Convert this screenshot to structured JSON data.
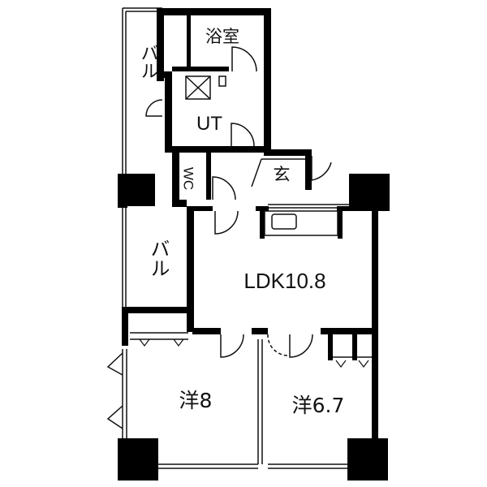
{
  "floorplan": {
    "rooms": {
      "bath": "浴室",
      "balcony_upper": "バル",
      "utility": "UT",
      "wc": "WC",
      "entrance": "玄",
      "balcony_lower": "バル",
      "ldk": "LDK10.8",
      "western_8": "洋8",
      "western_6_7": "洋6.7"
    },
    "colors": {
      "wall": "#000000",
      "line": "#111111",
      "background": "#ffffff"
    }
  }
}
